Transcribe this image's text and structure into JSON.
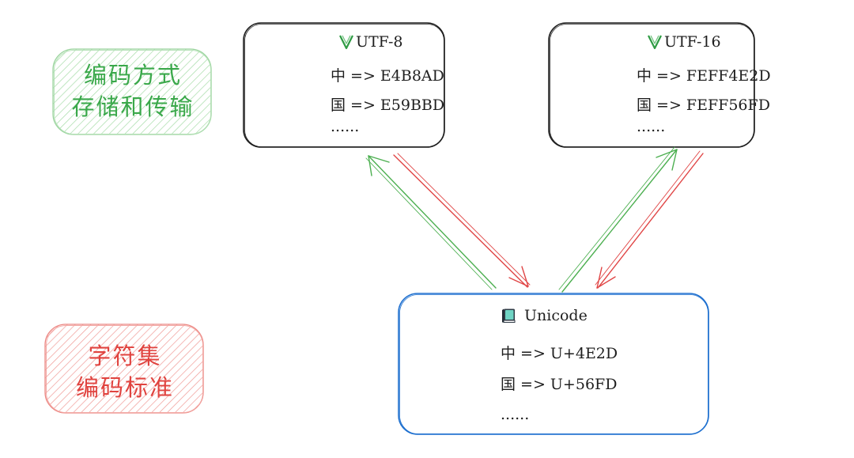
{
  "categories": {
    "encoding": {
      "line1": "编码方式",
      "line2": "存储和传输",
      "color": "#3aa84a"
    },
    "charset": {
      "line1": "字符集",
      "line2": "编码标准",
      "color": "#e0433f"
    }
  },
  "boxes": {
    "utf8": {
      "title": "UTF-8",
      "icon": "vim-v-icon",
      "rows": [
        "中 => E4B8AD",
        "国 => E59BBD",
        "......"
      ]
    },
    "utf16": {
      "title": "UTF-16",
      "icon": "vim-v-icon",
      "rows": [
        "中 => FEFF4E2D",
        "国 => FEFF56FD",
        "......"
      ]
    },
    "unicode": {
      "title": "Unicode",
      "icon": "book-icon",
      "rows": [
        "中 => U+4E2D",
        "国 => U+56FD",
        "......"
      ]
    }
  },
  "colors": {
    "green_arrow": "#4caf50",
    "red_arrow": "#e04545",
    "unicode_border": "#1d6fcf",
    "box_border": "#1e1e1e"
  }
}
